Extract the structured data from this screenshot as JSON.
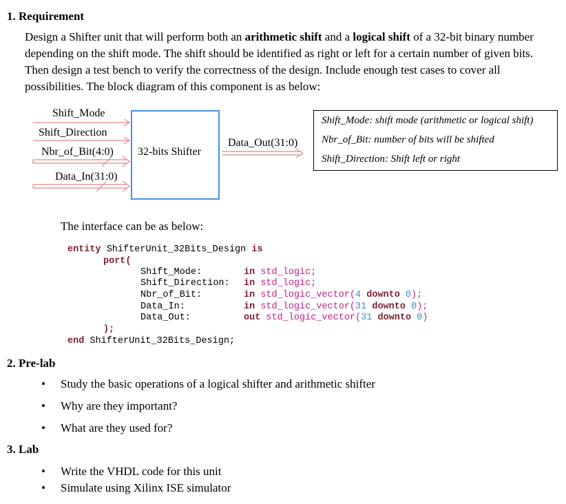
{
  "sections": {
    "requirement": {
      "heading": "1.  Requirement",
      "paragraph": [
        {
          "t": "Design a Shifter unit that will perform both an "
        },
        {
          "b": "arithmetic shift"
        },
        {
          "t": " and a "
        },
        {
          "b": "logical shift"
        },
        {
          "t": " of a 32-bit binary number"
        }
      ],
      "lines": [
        "depending on the shift mode. The shift should be identified as right or left for a certain number of given bits.",
        "Then design a test bench to verify the correctness of the design.  Include enough test cases to cover all",
        "possibilities. The block diagram of this component is as below:"
      ],
      "line1_parts": {
        "p1": "Design a Shifter unit that will perform both an ",
        "b1": "arithmetic shift",
        "p2": " and a ",
        "b2": "logical shift",
        "p3": " of a 32-bit binary number"
      }
    },
    "diagram": {
      "inputs": [
        "Shift_Mode",
        "Shift_Direction",
        "Nbr_of_Bit(4:0)",
        "Data_In(31:0)"
      ],
      "block_label": "32-bits Shifter",
      "output": "Data_Out(31:0)",
      "notes": [
        "Shift_Mode: shift mode (arithmetic or logical shift)",
        "Nbr_of_Bit: number of bits will be shifted",
        "Shift_Direction: Shift left or right"
      ]
    },
    "interface_intro": "The interface can be as below:",
    "code": {
      "entity_kw": "entity",
      "entity_name": " ShifterUnit_32Bits_Design ",
      "is_kw": "is",
      "port_kw": "port(",
      "ports": [
        {
          "name": "Shift_Mode:",
          "dir": "in",
          "type": "std_logic;",
          "range": null
        },
        {
          "name": "Shift_Direction:",
          "dir": "in",
          "type": "std_logic;",
          "range": null
        },
        {
          "name": "Nbr_of_Bit:",
          "dir": "in",
          "type": "std_logic_vector(",
          "hi": "4",
          "downto": "downto",
          "lo": "0",
          "end": ");"
        },
        {
          "name": "Data_In:",
          "dir": "in",
          "type": "std_logic_vector(",
          "hi": "31",
          "downto": "downto",
          "lo": "0",
          "end": ");"
        },
        {
          "name": "Data_Out:",
          "dir": "out",
          "type": "std_logic_vector(",
          "hi": "31",
          "downto": "downto",
          "lo": "0",
          "end": ")"
        }
      ],
      "close_port": ");",
      "end_kw": "end",
      "end_name": " ShifterUnit_32Bits_Design;"
    },
    "prelab": {
      "heading": "2.  Pre-lab",
      "items": [
        "Study the basic operations of a logical shifter and arithmetic shifter",
        "Why are they important?",
        "What are they used for?"
      ]
    },
    "lab": {
      "heading": "3.  Lab",
      "items": [
        "Write the VHDL code for this unit",
        "Simulate using Xilinx ISE simulator"
      ]
    },
    "bullet_glyph": "•"
  }
}
